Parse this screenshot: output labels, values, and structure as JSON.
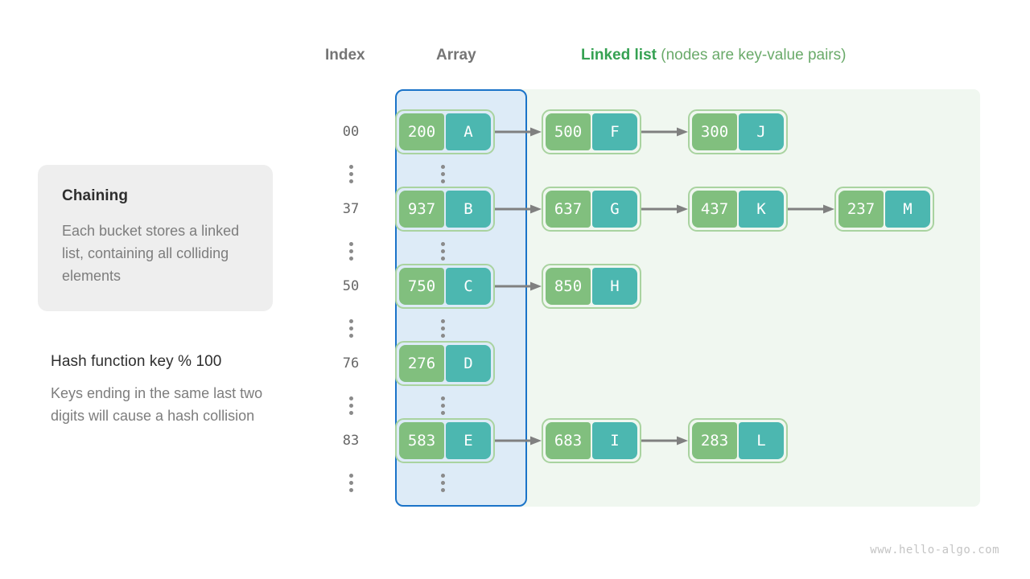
{
  "headers": {
    "index": "Index",
    "array": "Array",
    "linked_strong": "Linked list",
    "linked_rest": " (nodes are key-value pairs)"
  },
  "left_panel": {
    "card_title": "Chaining",
    "card_desc": "Each bucket stores a linked list, containing all colliding elements",
    "hash_title": "Hash function key % 100",
    "hash_desc": "Keys ending in the same last two digits will cause a hash collision"
  },
  "colors": {
    "array_border": "#1a73c8",
    "array_fill": "#ddebf7",
    "linked_fill": "#f0f7f0",
    "node_border": "#a9d3a0",
    "node_key_fill": "#81bf7e",
    "node_val_fill": "#4cb7b0",
    "arrow": "#808080",
    "accent_green": "#35a152",
    "muted_text": "#7d7d7d"
  },
  "buckets": [
    {
      "index": "00",
      "nodes": [
        {
          "key": "200",
          "value": "A"
        },
        {
          "key": "500",
          "value": "F"
        },
        {
          "key": "300",
          "value": "J"
        }
      ]
    },
    {
      "index": "37",
      "nodes": [
        {
          "key": "937",
          "value": "B"
        },
        {
          "key": "637",
          "value": "G"
        },
        {
          "key": "437",
          "value": "K"
        },
        {
          "key": "237",
          "value": "M"
        }
      ]
    },
    {
      "index": "50",
      "nodes": [
        {
          "key": "750",
          "value": "C"
        },
        {
          "key": "850",
          "value": "H"
        }
      ]
    },
    {
      "index": "76",
      "nodes": [
        {
          "key": "276",
          "value": "D"
        }
      ]
    },
    {
      "index": "83",
      "nodes": [
        {
          "key": "583",
          "value": "E"
        },
        {
          "key": "683",
          "value": "I"
        },
        {
          "key": "283",
          "value": "L"
        }
      ]
    }
  ],
  "ellipsis_label": "⋮",
  "watermark": "www.hello-algo.com"
}
